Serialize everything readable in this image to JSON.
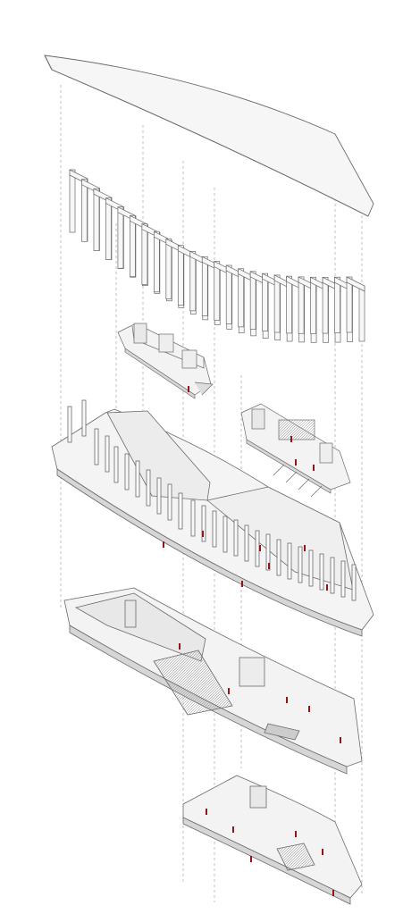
{
  "diagram": {
    "type": "exploded-axonometric",
    "layers": [
      {
        "id": "roof",
        "name": "roof-slab"
      },
      {
        "id": "frames",
        "name": "structural-frames"
      },
      {
        "id": "upper-left",
        "name": "upper-mezzanine-left"
      },
      {
        "id": "upper-right",
        "name": "upper-mezzanine-right"
      },
      {
        "id": "ground",
        "name": "ground-floor"
      },
      {
        "id": "lower",
        "name": "lower-floor"
      },
      {
        "id": "basement",
        "name": "basement-floor"
      }
    ],
    "colors": {
      "line": "#6a6a6a",
      "fill": "#f4f4f4",
      "shade": "#d9d9d9",
      "figure": "#8a1a1a",
      "guide": "#9a9a9a"
    }
  }
}
